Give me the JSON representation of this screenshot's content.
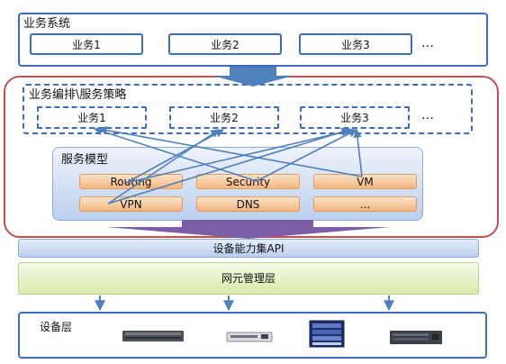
{
  "business_system": {
    "title": "业务系统",
    "items": [
      "业务1",
      "业务2",
      "业务3"
    ],
    "more": "…"
  },
  "orchestration": {
    "title": "业务编排\\服务策略",
    "items": [
      "业务1",
      "业务2",
      "业务3"
    ],
    "more": "…"
  },
  "service_model": {
    "title": "服务模型",
    "capabilities": [
      "Routing",
      "Security",
      "VM",
      "VPN",
      "DNS",
      "..."
    ]
  },
  "api_layer": {
    "label": "设备能力集API"
  },
  "ne_layer": {
    "label": "网元管理层"
  },
  "device_layer": {
    "label": "设备层"
  },
  "colors": {
    "blue_border": "#3b6cc0",
    "red_border": "#c0504d",
    "arrow_blue": "#4f81bd",
    "arrow_purple": "#7b5ea7",
    "ne_green": "#e6f5c9",
    "api_blue": "#c9daf8"
  },
  "icons": [
    "switch-device-icon",
    "router-device-icon",
    "chassis-device-icon",
    "server-device-icon"
  ]
}
